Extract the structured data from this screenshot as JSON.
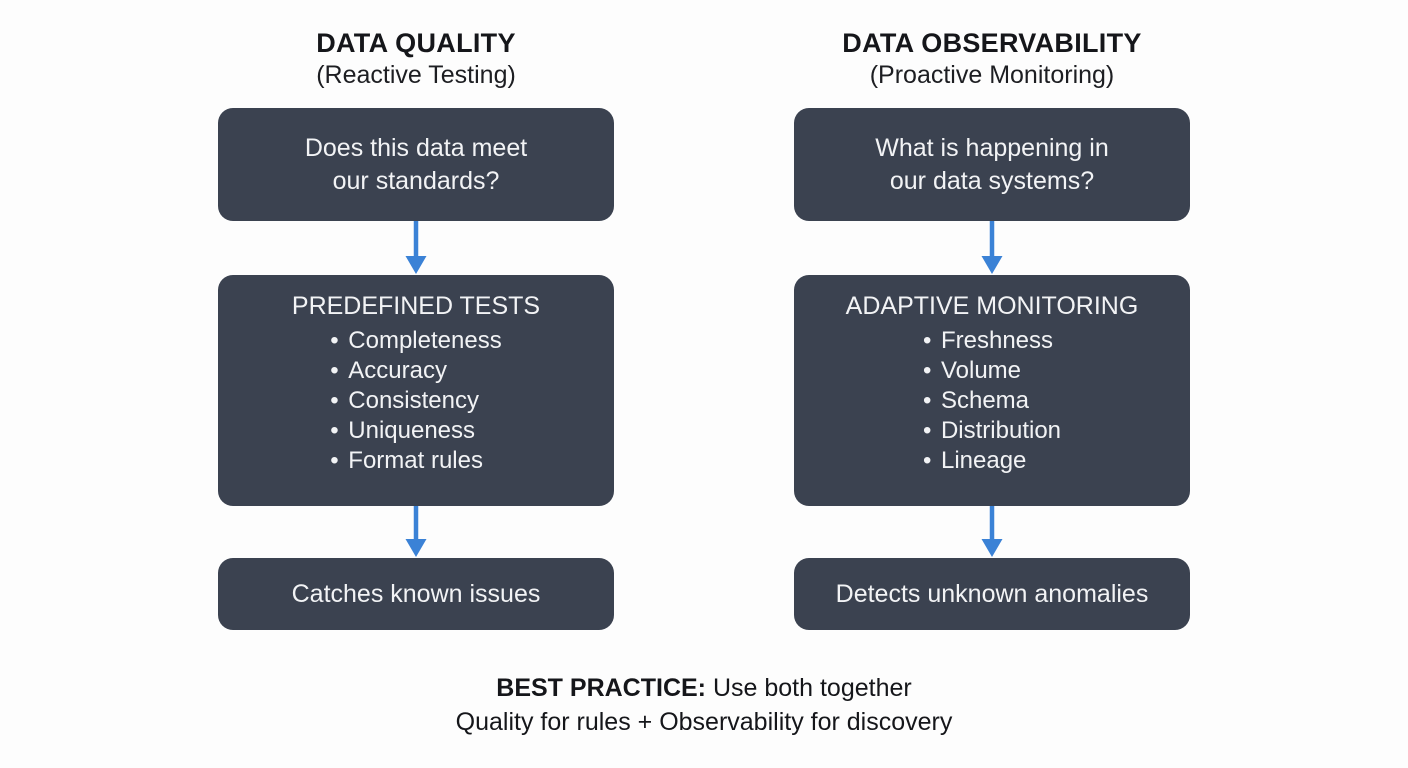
{
  "theme": {
    "background": "#fdfdfd",
    "box_fill": "#3b4250",
    "box_text": "#f2f3f5",
    "arrow_color": "#3b82d6",
    "heading_color": "#15161a"
  },
  "columns": [
    {
      "id": "data-quality",
      "title": "DATA QUALITY",
      "subtitle": "(Reactive Testing)",
      "question_box": {
        "lines": [
          "Does this data meet",
          "our standards?"
        ]
      },
      "list_box": {
        "title": "PREDEFINED TESTS",
        "items": [
          "Completeness",
          "Accuracy",
          "Consistency",
          "Uniqueness",
          "Format rules"
        ]
      },
      "outcome_box": {
        "text": "Catches known issues"
      }
    },
    {
      "id": "data-observability",
      "title": "DATA OBSERVABILITY",
      "subtitle": "(Proactive Monitoring)",
      "question_box": {
        "lines": [
          "What is happening in",
          "our data systems?"
        ]
      },
      "list_box": {
        "title": "ADAPTIVE MONITORING",
        "items": [
          "Freshness",
          "Volume",
          "Schema",
          "Distribution",
          "Lineage"
        ]
      },
      "outcome_box": {
        "text": "Detects unknown anomalies"
      }
    }
  ],
  "footer": {
    "label": "BEST PRACTICE:",
    "line1_rest": " Use both together",
    "line2": "Quality for rules + Observability for discovery"
  },
  "icons": {
    "arrow_down": "arrow-down-icon"
  }
}
